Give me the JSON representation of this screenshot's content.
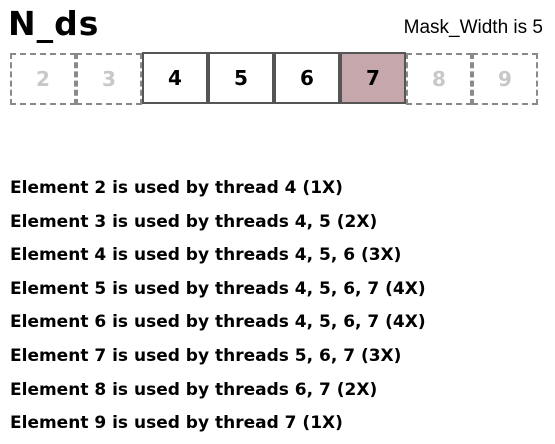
{
  "title": "N_ds",
  "mask_note": "Mask_Width is 5",
  "cells": [
    {
      "label": "2",
      "style": "ghost"
    },
    {
      "label": "3",
      "style": "ghost"
    },
    {
      "label": "4",
      "style": "solid"
    },
    {
      "label": "5",
      "style": "solid"
    },
    {
      "label": "6",
      "style": "solid"
    },
    {
      "label": "7",
      "style": "highlighted"
    },
    {
      "label": "8",
      "style": "ghost"
    },
    {
      "label": "9",
      "style": "ghost"
    }
  ],
  "colors": {
    "highlight": "#c6a7ac",
    "ghost_text": "#c8c8c8",
    "ghost_border": "#8a8a8a",
    "solid_border": "#555555"
  },
  "lines": [
    "Element 2 is used by thread 4 (1X)",
    "Element 3 is used by threads 4, 5 (2X)",
    "Element 4 is used by threads 4, 5, 6 (3X)",
    "Element 5 is used by threads 4, 5, 6, 7 (4X)",
    "Element 6 is used by threads 4, 5, 6, 7 (4X)",
    "Element 7 is used by threads 5, 6, 7 (3X)",
    "Element 8 is used by threads 6, 7 (2X)",
    "Element 9 is used by thread 7 (1X)"
  ]
}
